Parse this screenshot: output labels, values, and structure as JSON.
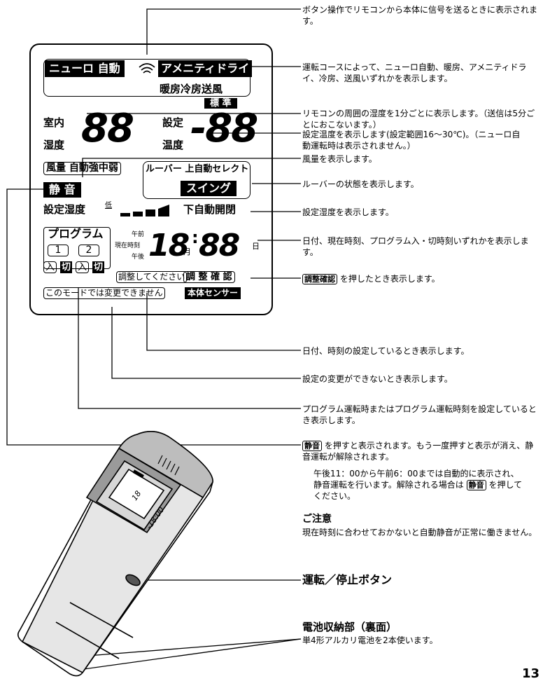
{
  "lcd": {
    "newro_auto": "ニューロ 自動",
    "amenity_dry": "アメニティドライ",
    "modes_row": "暖房冷房送風",
    "standard": "標 準",
    "room_label_1": "室内",
    "room_label_2": "湿度",
    "room_value": "88",
    "set_label_1": "設定",
    "set_label_2": "温度",
    "set_value": "-88",
    "fan_volume": "風量",
    "fan_options": "自動強中弱",
    "louver": "ルーバー 上自動セレクト",
    "swing": "スイング",
    "quiet": "静 音",
    "set_humidity": "設定湿度",
    "humidity_low": "低",
    "humidity_high": "下自動開閉",
    "program": "プログラム",
    "prog_1": "1",
    "prog_2": "2",
    "on_1": "入",
    "off_1": "切",
    "on_2": "入",
    "off_2": "切",
    "am": "午前",
    "current_time": "現在時刻",
    "pm": "午後",
    "hour_value": "18",
    "month": "月",
    "min_value": "88",
    "day": "日",
    "adjust_please": "調整してください",
    "adjust_confirm": "調 整 確 認",
    "cannot_change": "このモードでは変更できません",
    "body_sensor": "本体センサー"
  },
  "descriptions": {
    "signal": "ボタン操作でリモコンから本体に信号を送るときに表示されます。",
    "course": "運転コースによって、ニューロ自動、暖房、アメニティドライ、冷房、送風いずれかを表示します。",
    "room_humidity": "リモコンの周囲の湿度を1分ごとに表示します。（送信は5分ごとにおこないます。）",
    "set_temp": "設定温度を表示します(設定範囲16〜30℃)。（ニューロ自動運転時は表示されません。）",
    "fan": "風量を表示します。",
    "louver": "ルーバーの状態を表示します。",
    "set_humidity": "設定湿度を表示します。",
    "clock": "日付、現在時刻、プログラム入・切時刻いずれかを表示します。",
    "adjust_key": "調整確認",
    "adjust_desc": "を押したとき表示します。",
    "date_setting": "日付、時刻の設定しているとき表示します。",
    "cannot_change": "設定の変更ができないとき表示します。",
    "program": "プログラム運転時またはプログラム運転時刻を設定しているとき表示します。",
    "quiet_key": "静音",
    "quiet_desc": "を押すと表示されます。もう一度押すと表示が消え、静音運転が解除されます。",
    "quiet_auto": "午後11：00から午前6：00までは自動的に表示され、静音運転を行います。解除される場合は",
    "quiet_key2": "静音",
    "quiet_auto_end": "を押してください。",
    "caution_title": "ご注意",
    "caution_text": "現在時刻に合わせておかないと自動静音が正常に働きません。",
    "run_stop": "運転／停止ボタン",
    "battery_title": "電池収納部（裏面）",
    "battery_text": "単4形アルカリ電池を2本使います。"
  },
  "remote_display": {
    "value_top": "18",
    "value_bottom": "-18:00"
  },
  "page_number": "13"
}
